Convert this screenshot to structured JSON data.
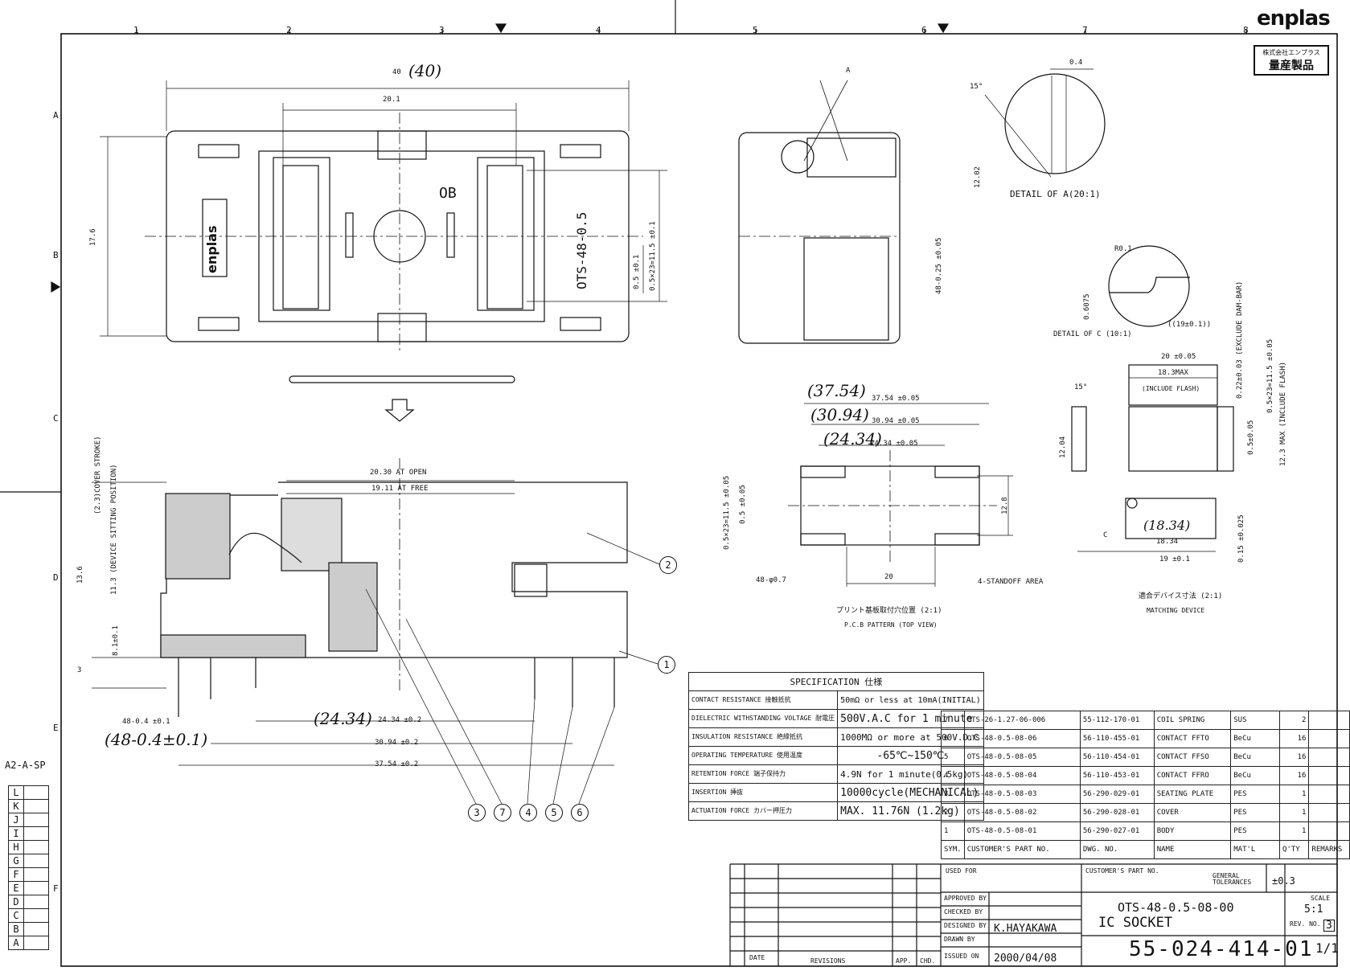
{
  "brand": {
    "logo": "enplas",
    "stamp_top": "株式会社エンプラス",
    "stamp_main": "量産製品"
  },
  "sheet": {
    "border_top_numbers": [
      "1",
      "2",
      "3",
      "4",
      "5",
      "6",
      "7",
      "8"
    ],
    "side_letters": [
      "A",
      "B",
      "C",
      "D",
      "E",
      "F"
    ],
    "size_tag": "A2-A-SP",
    "row_letters": [
      "L",
      "K",
      "J",
      "I",
      "H",
      "G",
      "F",
      "E",
      "D",
      "C",
      "B",
      "A"
    ]
  },
  "top_view": {
    "dim_width": "40",
    "dim_width_hand": "(40)",
    "dim_pitch": "20.1",
    "dim_height": "17.6",
    "marking_code": "OB",
    "marking_text": "OTS-48-0.5",
    "logo_text": "enplas",
    "dim_pitch_right": "0.5×23=11.5 ±0.1",
    "dim_pitch_small": "0.5 ±0.1"
  },
  "side_view": {
    "section_mark": "A",
    "dim_pin": "48-0.25 ±0.05"
  },
  "detail_a": {
    "label": "DETAIL OF A(20:1)",
    "angle": "15°",
    "dim_top": "0.4",
    "dim_side": "12.02"
  },
  "detail_c": {
    "label": "DETAIL OF C (10:1)",
    "radius": "R0.1",
    "dim_side": "0.6075",
    "dim_bottom": "((19±0.1))"
  },
  "device": {
    "dim_20": "20 ±0.05",
    "dim_18_3": "18.3MAX",
    "note_flash": "(INCLUDE FLASH)",
    "dim_12_04": "12.04",
    "dim_right_a": "0.22±0.03 (EXCLUDE DAM-BAR)",
    "dim_right_b": "0.5×23=11.5 ±0.05",
    "dim_right_c": "0.5±0.05",
    "dim_right_d": "12.3 MAX (INCLUDE FLASH)",
    "angle": "15°",
    "dim_18_34": "18.34",
    "dim_18_34_hand": "(18.34)",
    "dim_19": "19 ±0.1",
    "dim_0_15": "0.15 ±0.025",
    "mark_c": "C",
    "caption_jp": "適合デバイス寸法 (2:1)",
    "caption_en": "MATCHING DEVICE"
  },
  "pcb": {
    "dim_a": "37.54 ±0.05",
    "dim_a_hand": "(37.54)",
    "dim_b": "30.94 ±0.05",
    "dim_b_hand": "(30.94)",
    "dim_c": "24.34 ±0.05",
    "dim_c_hand": "(24.34)",
    "dim_left_a": "0.5×23=11.5 ±0.05",
    "dim_left_b": "0.5 ±0.05",
    "dim_12_8": "12.8",
    "dim_20": "20",
    "holes": "48-φ0.7",
    "standoff": "4-STANDOFF AREA",
    "caption_jp": "プリント基板取付穴位置 (2:1)",
    "caption_en": "P.C.B PATTERN (TOP VIEW)"
  },
  "section_view": {
    "open": "20.30 AT OPEN",
    "free": "19.11 AT FREE",
    "stroke": "(2.3)COVER STROKE)",
    "sitting": "11.3 (DEVICE SITTING POSITION)",
    "dim_13_6": "13.6",
    "dim_8_1": "8.1±0.1",
    "dim_3": "3",
    "dim_pins": "48-0.4 ±0.1",
    "dim_pins_hand": "(48-0.4±0.1)",
    "dim_24": "24.34 ±0.2",
    "dim_24_hand": "(24.34)",
    "dim_30": "30.94 ±0.2",
    "dim_37": "37.54 ±0.2",
    "balloons": [
      "1",
      "2",
      "3",
      "7",
      "4",
      "5",
      "6"
    ]
  },
  "spec": {
    "title": "SPECIFICATION 仕様",
    "rows": [
      {
        "k": "CONTACT RESISTANCE 接触抵抗",
        "v": "50mΩ or less at 10mA(INITIAL)"
      },
      {
        "k": "DIELECTRIC WITHSTANDING VOLTAGE 耐電圧",
        "v": "500V.A.C for 1 minute"
      },
      {
        "k": "INSULATION RESISTANCE 絶縁抵抗",
        "v": "1000MΩ or more at 500V.D.C"
      },
      {
        "k": "OPERATING TEMPERATURE 使用温度",
        "v": "-65℃~150℃"
      },
      {
        "k": "RETENTION FORCE 端子保持力",
        "v": "4.9N for 1 minute(0.5kg)"
      },
      {
        "k": "INSERTION 挿抜",
        "v": "10000cycle(MECHANICAL)"
      },
      {
        "k": "ACTUATION FORCE カバー押圧力",
        "v": "MAX. 11.76N (1.2kg)"
      }
    ]
  },
  "parts": {
    "rows": [
      {
        "n": "7",
        "cust": "OTS-26-1.27-06-006",
        "dwg": "55-112-170-01",
        "name": "COIL SPRING",
        "mat": "SUS",
        "qty": "2"
      },
      {
        "n": "6",
        "cust": "OTS-48-0.5-08-06",
        "dwg": "56-110-455-01",
        "name": "CONTACT FFTO",
        "mat": "BeCu",
        "qty": "16"
      },
      {
        "n": "5",
        "cust": "OTS-48-0.5-08-05",
        "dwg": "56-110-454-01",
        "name": "CONTACT FFSO",
        "mat": "BeCu",
        "qty": "16"
      },
      {
        "n": "4",
        "cust": "OTS-48-0.5-08-04",
        "dwg": "56-110-453-01",
        "name": "CONTACT FFRO",
        "mat": "BeCu",
        "qty": "16"
      },
      {
        "n": "3",
        "cust": "OTS-48-0.5-08-03",
        "dwg": "56-290-029-01",
        "name": "SEATING PLATE",
        "mat": "PES",
        "qty": "1"
      },
      {
        "n": "2",
        "cust": "OTS-48-0.5-08-02",
        "dwg": "56-290-028-01",
        "name": "COVER",
        "mat": "PES",
        "qty": "1"
      },
      {
        "n": "1",
        "cust": "OTS-48-0.5-08-01",
        "dwg": "56-290-027-01",
        "name": "BODY",
        "mat": "PES",
        "qty": "1"
      }
    ],
    "header": {
      "n": "SYM.",
      "cust": "CUSTOMER'S PART NO.",
      "dwg": "DWG. NO.",
      "name": "NAME",
      "mat": "MAT'L",
      "qty": "Q'TY",
      "rem": "REMARKS"
    }
  },
  "title_block": {
    "used_for": "USED FOR",
    "customer_part": "CUSTOMER'S PART NO.",
    "general_tol": "GENERAL TOLERANCES",
    "tol_value": "±0.3",
    "part_no": "OTS-48-0.5-08-00",
    "part_name": "IC SOCKET",
    "scale_label": "SCALE",
    "scale": "5:1",
    "rev_label": "REV. NO.",
    "rev": "3",
    "designer": "K.HAYAKAWA",
    "date": "2000/04/08",
    "drawing_no": "55-024-414-01",
    "sheet": "1/1",
    "rev_cols": [
      "DATE",
      "REVISIONS",
      "APP.",
      "CHD."
    ],
    "roles": [
      "APPROVED BY",
      "CHECKED BY",
      "DESIGNED BY",
      "DRAWN BY",
      "ISSUED ON"
    ]
  }
}
